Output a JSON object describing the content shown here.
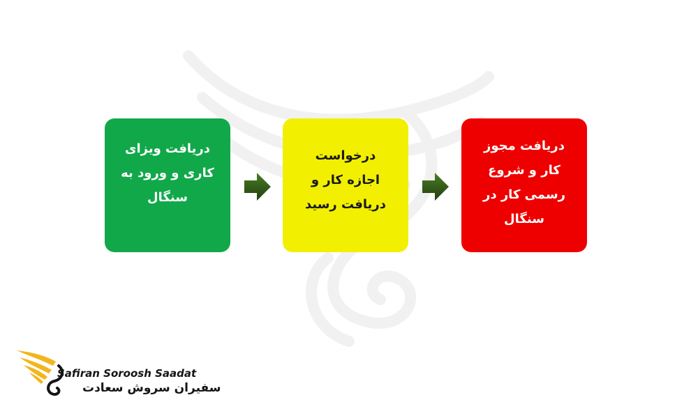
{
  "diagram": {
    "steps": [
      {
        "lines": [
          "دریافت ویزای",
          "کاری و ورود به",
          "سنگال"
        ],
        "color": "#11a84a",
        "text_color": "#ffffff"
      },
      {
        "lines": [
          "درخواست",
          "اجازه کار و",
          "دریافت رسید"
        ],
        "color": "#f2f000",
        "text_color": "#1a1a1a"
      },
      {
        "lines": [
          "دریافت مجوز",
          "کار و شروع",
          "رسمی کار در",
          "سنگال"
        ],
        "color": "#ee0000",
        "text_color": "#ffffff"
      }
    ],
    "arrow_color": "#2f5a17"
  },
  "logo": {
    "name_en": "Safiran Soroosh Saadat",
    "name_fa": "سفیران سروش سعادت",
    "icon": "golden-wing-icon",
    "accent": "#f2b51c"
  }
}
